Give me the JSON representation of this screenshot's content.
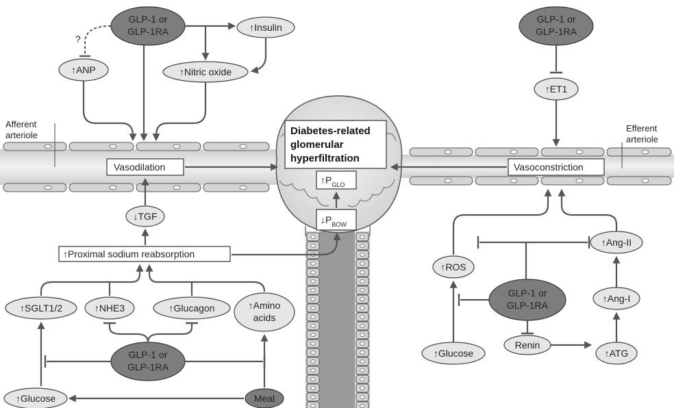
{
  "labels": {
    "afferent_l1": "Afferent",
    "afferent_l2": "arteriole",
    "efferent_l1": "Efferent",
    "efferent_l2": "arteriole",
    "title_l1": "Diabetes-related",
    "title_l2": "glomerular",
    "title_l3": "hyperfiltration",
    "vasodilation": "Vasodilation",
    "vasoconstriction": "Vasoconstriction",
    "p_glo": "↑P",
    "p_glo_sub": "GLO",
    "p_bow": "↓P",
    "p_bow_sub": "BOW",
    "glp_l1": "GLP-1 or",
    "glp_l2": "GLP-1RA",
    "insulin": "↑Insulin",
    "nitric_oxide": "↑Nitric oxide",
    "anp": "↑ANP",
    "question": "?",
    "tgf": "↓TGF",
    "proximal": "↑Proximal sodium reabsorption",
    "sglt": "↑SGLT1/2",
    "nhe3": "↑NHE3",
    "glucagon": "↑Glucagon",
    "amino_l1": "↑Amino",
    "amino_l2": "acids",
    "glucose": "↑Glucose",
    "meal": "Meal",
    "et1": "↑ET1",
    "ros": "↑ROS",
    "ang2": "↑Ang-II",
    "ang1": "↑Ang-I",
    "renin": "Renin",
    "atg": "↑ATG"
  }
}
